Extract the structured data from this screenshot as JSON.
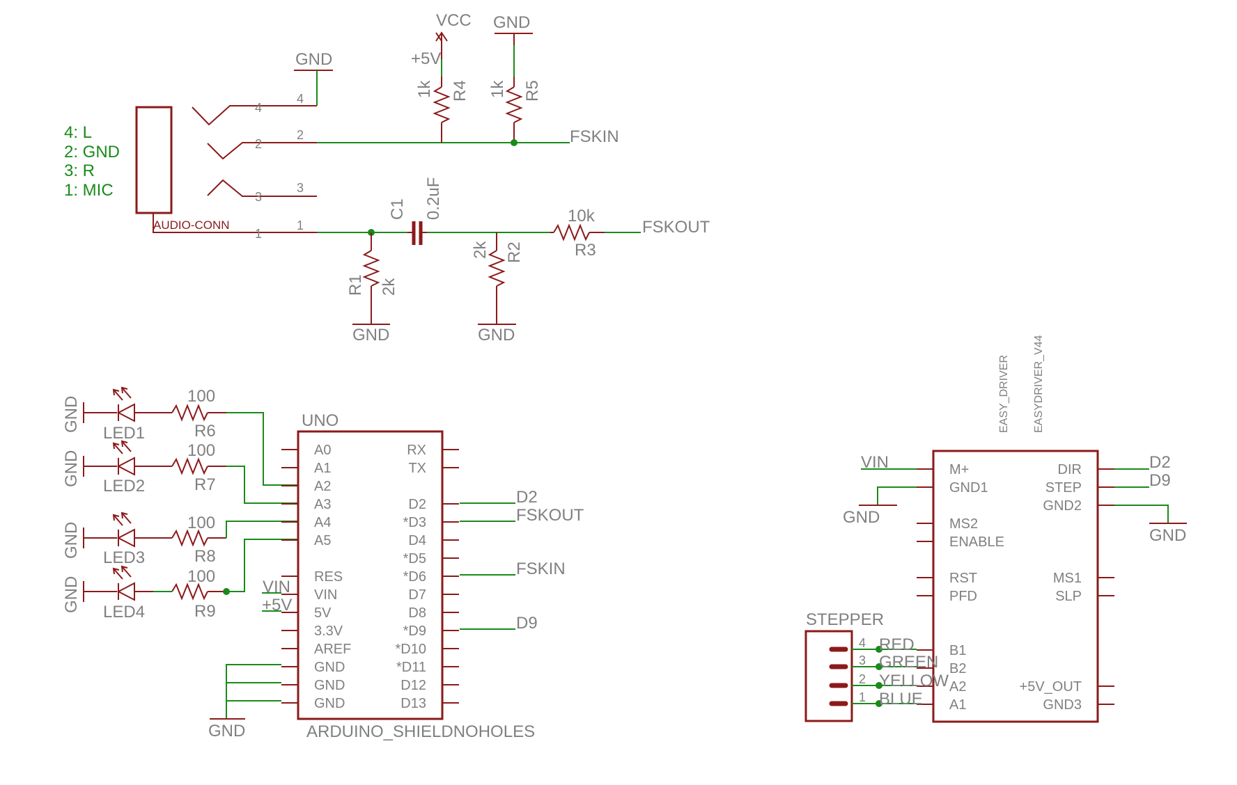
{
  "audio": {
    "notes": [
      "4: L",
      "2: GND",
      "3: R",
      "1: MIC"
    ],
    "conn_name": "AUDIO-CONN",
    "pins": [
      "4",
      "2",
      "3",
      "1"
    ],
    "gnd_top": "GND",
    "vcc": "VCC",
    "plus5v": "+5V",
    "gnd_r5": "GND",
    "r4_value": "1k",
    "r4_name": "R4",
    "r5_value": "1k",
    "r5_name": "R5",
    "fskin": "FSKIN",
    "c1_name": "C1",
    "c1_value": "0.2uF",
    "r3_value": "10k",
    "r3_name": "R3",
    "fskout": "FSKOUT",
    "r1_name": "R1",
    "r1_value": "2k",
    "r2_value": "2k",
    "r2_name": "R2",
    "gnd_r1": "GND",
    "gnd_r2": "GND"
  },
  "leds": [
    {
      "gnd": "GND",
      "led": "LED1",
      "res": "R6",
      "value": "100"
    },
    {
      "gnd": "GND",
      "led": "LED2",
      "res": "R7",
      "value": "100"
    },
    {
      "gnd": "GND",
      "led": "LED3",
      "res": "R8",
      "value": "100"
    },
    {
      "gnd": "GND",
      "led": "LED4",
      "res": "R9",
      "value": "100"
    }
  ],
  "uno": {
    "name": "UNO",
    "part": "ARDUINO_SHIELDNOHOLES",
    "left_pins": [
      "A0",
      "A1",
      "A2",
      "A3",
      "A4",
      "A5",
      "",
      "RES",
      "VIN",
      "5V",
      "3.3V",
      "AREF",
      "GND",
      "GND",
      "GND"
    ],
    "right_pins": [
      "RX",
      "TX",
      "",
      "D2",
      "*D3",
      "D4",
      "*D5",
      "*D6",
      "D7",
      "D8",
      "*D9",
      "*D10",
      "*D11",
      "D12",
      "D13"
    ],
    "net_d2": "D2",
    "net_fskout": "FSKOUT",
    "net_fskin": "FSKIN",
    "net_d9": "D9",
    "net_vin": "VIN",
    "net_5v": "+5V",
    "gnd": "GND"
  },
  "driver": {
    "value": "EASY_DRIVER",
    "name": "EASYDRIVER_V44",
    "left_pins": [
      "M+",
      "GND1",
      "",
      "MS2",
      "ENABLE",
      "",
      "RST",
      "PFD",
      "",
      "",
      "B1",
      "B2",
      "A2",
      "A1"
    ],
    "right_pins": [
      "DIR",
      "STEP",
      "GND2",
      "",
      "",
      "",
      "MS1",
      "SLP",
      "",
      "",
      "",
      "",
      "+5V_OUT",
      "GND3"
    ],
    "net_vin": "VIN",
    "net_d2": "D2",
    "net_d9": "D9",
    "gnd_left": "GND",
    "gnd_right": "GND"
  },
  "stepper": {
    "name": "STEPPER",
    "pins": [
      "4",
      "3",
      "2",
      "1"
    ],
    "wires": [
      "RED",
      "GREEN",
      "YELLOW",
      "BLUE"
    ]
  },
  "colors": {
    "component": "#8b1a1a",
    "wire": "#1a8a1a",
    "label": "#808080",
    "note": "#1a8a1a"
  }
}
